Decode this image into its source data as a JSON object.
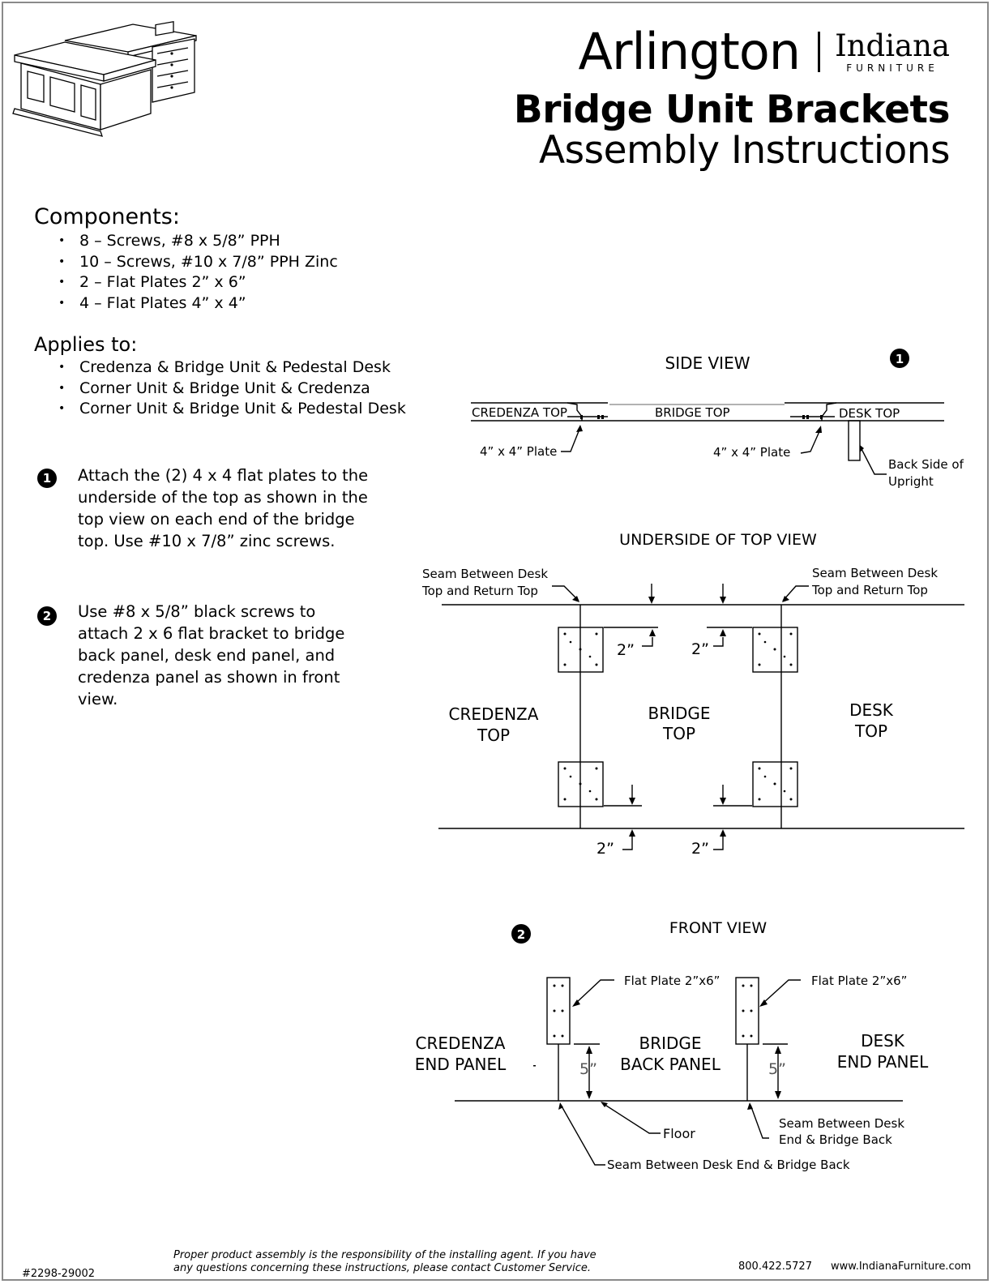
{
  "header": {
    "brand": "Arlington",
    "logo_word": "Indiana",
    "logo_sub": "FURNITURE",
    "title": "Bridge Unit Brackets",
    "subtitle": "Assembly Instructions"
  },
  "components": {
    "heading": "Components:",
    "items": [
      "8 – Screws, #8 x 5/8” PPH",
      "10 – Screws, #10 x 7/8” PPH Zinc",
      "2 – Flat Plates 2” x 6”",
      "4 – Flat Plates 4” x 4”"
    ]
  },
  "applies": {
    "heading": "Applies to:",
    "items": [
      "Credenza & Bridge Unit & Pedestal Desk",
      "Corner Unit & Bridge Unit & Credenza",
      "Corner Unit & Bridge Unit & Pedestal Desk"
    ]
  },
  "steps": [
    {
      "number": "1",
      "text": "Attach the (2) 4 x 4 flat plates to the underside of the top as shown in the top view on each end of the bridge top. Use #10 x 7/8” zinc screws."
    },
    {
      "number": "2",
      "text": "Use #8 x 5/8” black screws to attach 2 x 6 flat bracket to bridge back panel, desk end panel, and credenza panel as shown in front view."
    }
  ],
  "side_view": {
    "title": "SIDE VIEW",
    "step": "1",
    "credenza_top": "CREDENZA TOP",
    "bridge_top": "BRIDGE TOP",
    "desk_top": "DESK TOP",
    "plate_left": "4” x 4” Plate",
    "plate_right": "4” x 4” Plate",
    "back_side_1": "Back Side of",
    "back_side_2": "Upright"
  },
  "underside_view": {
    "title": "UNDERSIDE OF TOP VIEW",
    "seam_left_1": "Seam Between Desk",
    "seam_left_2": "Top and Return Top",
    "seam_right_1": "Seam Between Desk",
    "seam_right_2": "Top and Return Top",
    "dim": "2”",
    "credenza_1": "CREDENZA",
    "credenza_2": "TOP",
    "bridge_1": "BRIDGE",
    "bridge_2": "TOP",
    "desk_1": "DESK",
    "desk_2": "TOP"
  },
  "front_view": {
    "title": "FRONT VIEW",
    "step": "2",
    "flat_plate": "Flat Plate 2”x6”",
    "credenza_1": "CREDENZA",
    "credenza_2": "END PANEL",
    "bridge_1": "BRIDGE",
    "bridge_2": "BACK PANEL",
    "desk_1": "DESK",
    "desk_2": "END PANEL",
    "dim": "5”",
    "floor": "Floor",
    "seam_right_1": "Seam Between Desk",
    "seam_right_2": "End & Bridge Back",
    "seam_bottom": "Seam Between Desk End & Bridge Back"
  },
  "footer": {
    "part_number": "#2298-29002",
    "disclaimer_1": "Proper product assembly is the responsibility of the installing agent. If you have",
    "disclaimer_2": "any questions concerning these instructions, please contact Customer Service.",
    "phone": "800.422.5727",
    "website": "www.IndianaFurniture.com"
  }
}
